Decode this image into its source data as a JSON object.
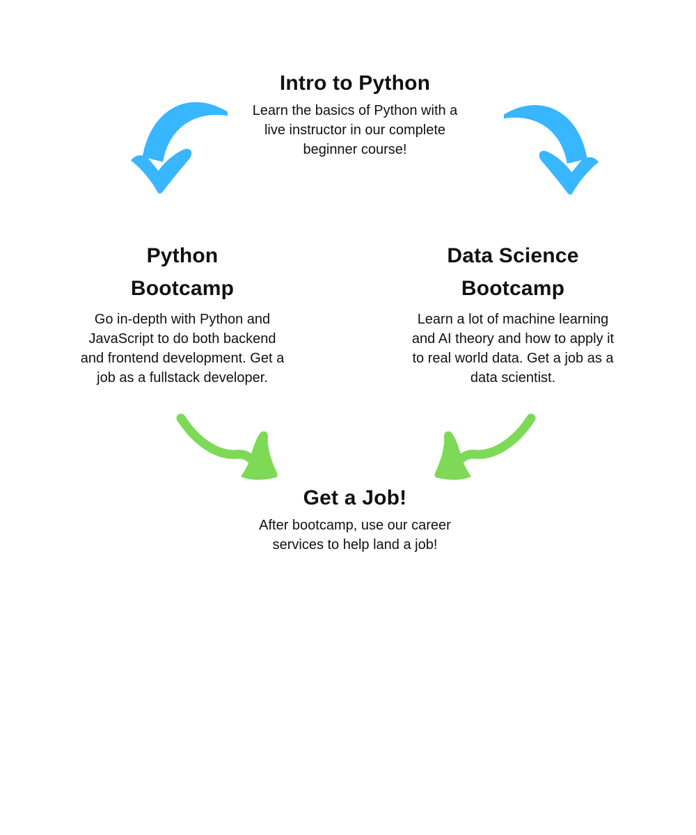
{
  "colors": {
    "background": "#ffffff",
    "text": "#111111",
    "arrow_blue": "#38B6FF",
    "arrow_green": "#7ED957"
  },
  "diagram": {
    "intro": {
      "title": "Intro to Python",
      "description_lines": [
        "Learn the basics of Python with a",
        "live instructor in our complete",
        "beginner course!"
      ]
    },
    "python_bootcamp": {
      "title_lines": [
        "Python",
        "Bootcamp"
      ],
      "description_lines": [
        "Go in-depth with Python and",
        "JavaScript to do both backend",
        "and frontend development. Get a",
        "job as a fullstack developer."
      ]
    },
    "data_science_bootcamp": {
      "title_lines": [
        "Data Science",
        "Bootcamp"
      ],
      "description_lines": [
        "Learn a lot of machine learning",
        "and AI theory and how to apply it",
        "to real world data. Get a job as a",
        "data scientist."
      ]
    },
    "get_a_job": {
      "title": "Get a Job!",
      "description_lines": [
        "After bootcamp, use our career",
        "services to help land a job!"
      ]
    }
  }
}
